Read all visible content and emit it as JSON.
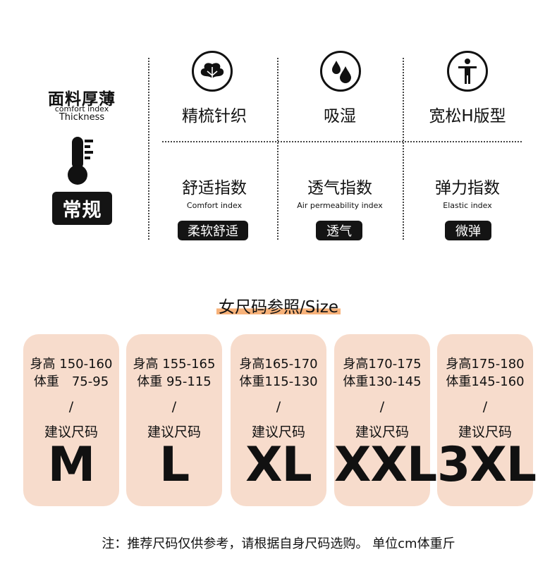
{
  "thickness": {
    "title": "面料厚薄",
    "sub1": "comfort index",
    "sub2": "Thickness",
    "value": "常规",
    "icon": "thermometer-icon"
  },
  "features": [
    {
      "label": "精梳针织",
      "icon": "cotton-flower-icon"
    },
    {
      "label": "吸湿",
      "icon": "water-drops-icon"
    },
    {
      "label": "宽松H版型",
      "icon": "person-fit-icon"
    }
  ],
  "indices": [
    {
      "title": "舒适指数",
      "sub": "Comfort index",
      "value": "柔软舒适"
    },
    {
      "title": "透气指数",
      "sub": "Air permeability index",
      "value": "透气"
    },
    {
      "title": "弹力指数",
      "sub": "Elastic index",
      "value": "微弹"
    }
  ],
  "size_title": "女尺码参照/Size",
  "sizes": [
    {
      "height": "身高 150-160",
      "weight": "体重　75-95",
      "slash": "/",
      "rec": "建议尺码",
      "size": "M"
    },
    {
      "height": "身高 155-165",
      "weight": "体重  95-115",
      "slash": "/",
      "rec": "建议尺码",
      "size": "L"
    },
    {
      "height": "身高165-170",
      "weight": "体重115-130",
      "slash": "/",
      "rec": "建议尺码",
      "size": "XL"
    },
    {
      "height": "身高170-175",
      "weight": "体重130-145",
      "slash": "/",
      "rec": "建议尺码",
      "size": "XXL"
    },
    {
      "height": "身高175-180",
      "weight": "体重145-160",
      "slash": "/",
      "rec": "建议尺码",
      "size": "3XL"
    }
  ],
  "note": "注：推荐尺码仅供参考，请根据自身尺码选购。 单位cm体重斤",
  "colors": {
    "card_bg": "#f7dccc",
    "highlight": "#f7b27a",
    "badge_bg": "#141414"
  }
}
